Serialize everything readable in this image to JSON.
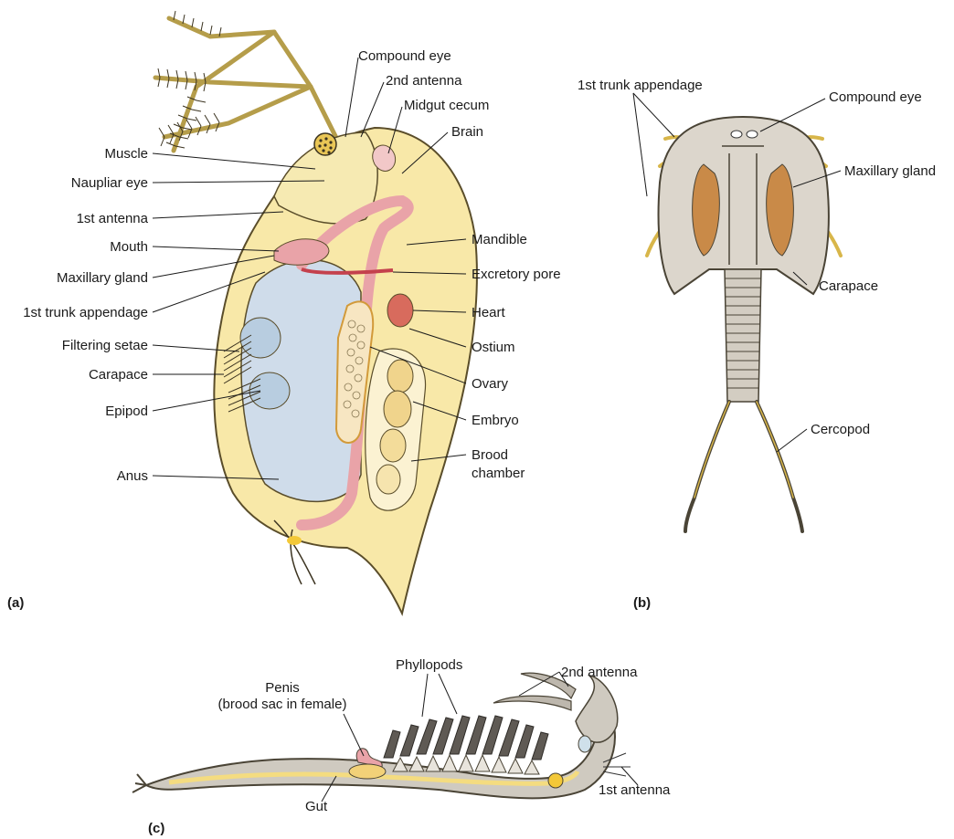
{
  "panel_a": {
    "tag": "(a)",
    "labels": {
      "compound_eye": "Compound eye",
      "second_antenna": "2nd antenna",
      "midgut_cecum": "Midgut cecum",
      "brain": "Brain",
      "muscle": "Muscle",
      "naupliar_eye": "Naupliar eye",
      "first_antenna": "1st antenna",
      "mouth": "Mouth",
      "maxillary_gland": "Maxillary gland",
      "first_trunk_appendage": "1st trunk appendage",
      "filtering_setae": "Filtering setae",
      "carapace": "Carapace",
      "epipod": "Epipod",
      "anus": "Anus",
      "mandible": "Mandible",
      "excretory_pore": "Excretory pore",
      "heart": "Heart",
      "ostium": "Ostium",
      "ovary": "Ovary",
      "embryo": "Embryo",
      "brood_chamber_1": "Brood",
      "brood_chamber_2": "chamber"
    }
  },
  "panel_b": {
    "tag": "(b)",
    "labels": {
      "first_trunk_appendage": "1st trunk appendage",
      "compound_eye": "Compound eye",
      "maxillary_gland": "Maxillary gland",
      "carapace": "Carapace",
      "cercopod": "Cercopod"
    }
  },
  "panel_c": {
    "tag": "(c)",
    "labels": {
      "phyllopods": "Phyllopods",
      "second_antenna": "2nd antenna",
      "penis_1": "Penis",
      "penis_2": "(brood sac in female)",
      "gut": "Gut",
      "first_antenna": "1st antenna"
    }
  }
}
